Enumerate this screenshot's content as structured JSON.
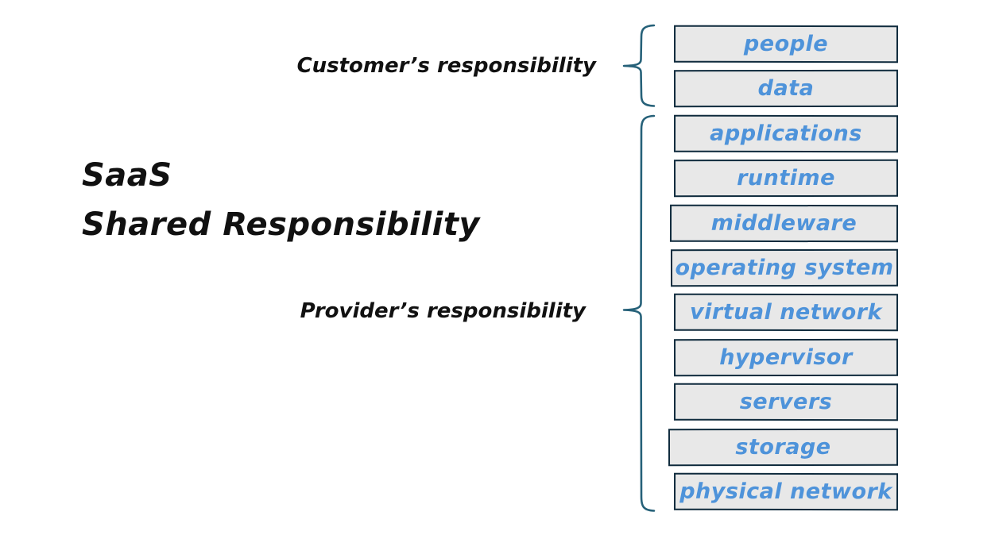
{
  "title": {
    "line1": "SaaS",
    "line2": "Shared Responsibility"
  },
  "labels": {
    "customer": "Customer’s responsibility",
    "provider": "Provider’s responsibility"
  },
  "stack": {
    "layers": [
      "people",
      "data",
      "applications",
      "runtime",
      "middleware",
      "operating system",
      "virtual network",
      "hypervisor",
      "servers",
      "storage",
      "physical network"
    ],
    "customer_layers": [
      "people",
      "data"
    ],
    "provider_layers": [
      "applications",
      "runtime",
      "middleware",
      "operating system",
      "virtual network",
      "hypervisor",
      "servers",
      "storage",
      "physical network"
    ]
  },
  "colors": {
    "background": "#ffffff",
    "text": "#111111",
    "layer_fill": "#e8e8e8",
    "layer_border": "#0f2b3d",
    "layer_text": "#4e93da",
    "brace": "#266179"
  }
}
